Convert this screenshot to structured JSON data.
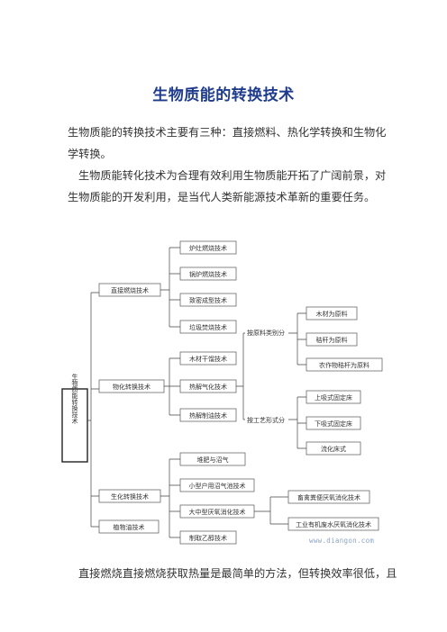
{
  "document": {
    "title": "生物质能的转换技术",
    "paragraph1": "生物质能的转换技术主要有三种：直接燃料、热化学转换和生物化学转换。",
    "paragraph2": "生物质能转化技术为合理有效利用生物质能开拓了广阔前景，对生物质能的开发利用，是当代人类新能源技术革新的重要任务。",
    "paragraph3": "直接燃烧直接燃烧获取热量是最简单的方法，但转换效率很低，且"
  },
  "diagram": {
    "root": "生物质能转换技术",
    "branches": [
      {
        "label": "直接燃烧技术",
        "children": [
          "炉灶燃烧技术",
          "锅炉燃烧技术",
          "致密成型技术",
          "垃圾焚烧技术"
        ]
      },
      {
        "label": "物化转换技术",
        "children": [
          "木材干馏技术",
          "热解气化技术",
          "热解制油技术"
        ]
      },
      {
        "label": "生化转换技术",
        "children": [
          "堆肥与沼气",
          "小型户用沼气池技术",
          "大中型厌氧消化技术",
          "制取乙醇技术"
        ]
      },
      {
        "label": "植物油技术",
        "children": []
      }
    ],
    "gasification": {
      "by_material": {
        "label": "按原料类别分",
        "children": [
          "木材为原料",
          "秸秆为原料",
          "农作物秸杆为原料"
        ]
      },
      "by_process": {
        "label": "按工艺形式分",
        "children": [
          "上吸式固定床",
          "下吸式固定床",
          "流化床式"
        ]
      }
    },
    "anaerobic": [
      "畜禽粪便厌氧消化技术",
      "工业有机废水厌氧消化技术"
    ]
  },
  "watermark": "www.diangon.com"
}
